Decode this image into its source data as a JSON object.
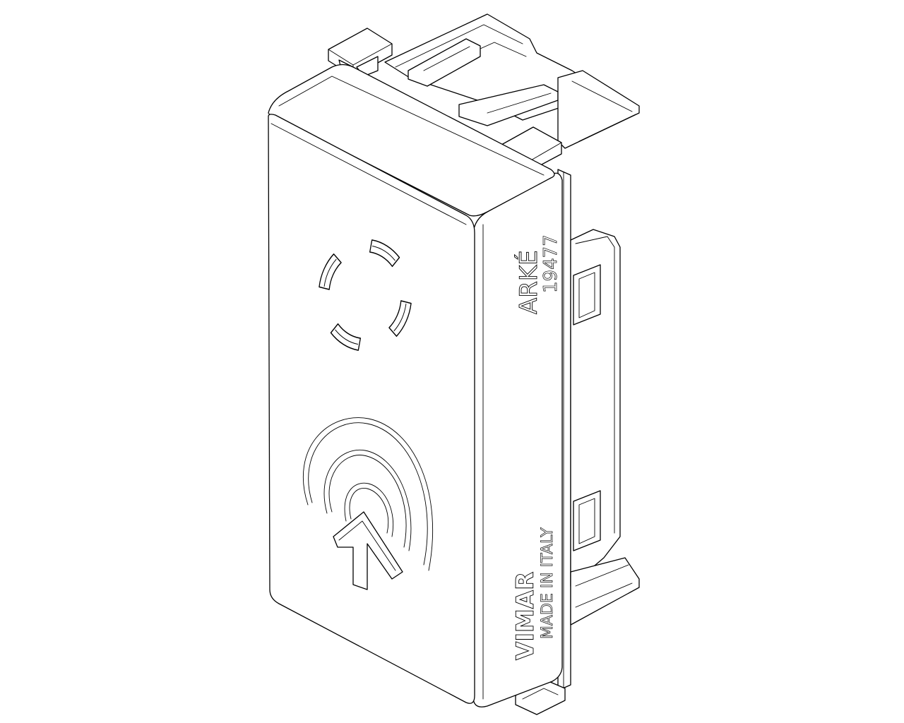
{
  "labels": {
    "brand": "VIMAR",
    "origin": "MADE IN ITALY",
    "series": "ARKÉ",
    "code": "19477"
  },
  "colors": {
    "background": "#ffffff",
    "line": "#000000"
  },
  "icons": {
    "top_symbol": "four-segment-ring-icon",
    "bottom_symbol": "wireless-signal-arrow-icon"
  }
}
